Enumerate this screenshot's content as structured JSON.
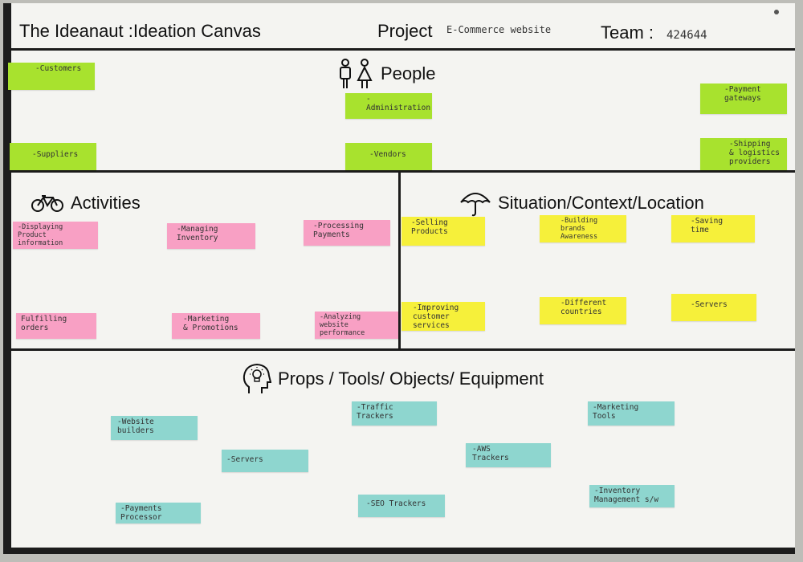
{
  "header": {
    "app_title": "The Ideanaut :Ideation Canvas",
    "project_label": "Project",
    "project_value": "E-Commerce website",
    "team_label": "Team :",
    "team_value": "424644"
  },
  "sections": {
    "people": {
      "title": "People",
      "icon": "people-icon",
      "notes": [
        "-Customers",
        "-Administration",
        "-Payment\ngateways",
        "-Suppliers",
        "-Vendors",
        "-Shipping\n& logistics\nproviders"
      ]
    },
    "activities": {
      "title": "Activities",
      "icon": "bicycle-icon",
      "notes": [
        "-Displaying\nProduct\ninformation",
        "-Managing\nInventory",
        "-Processing\nPayments",
        "Fulfilling\norders",
        "-Marketing\n& Promotions",
        "-Analyzing\nwebsite\nperformance"
      ]
    },
    "situation": {
      "title": "Situation/Context/Location",
      "icon": "umbrella-icon",
      "notes": [
        "-Selling\nProducts",
        "-Building\nbrands\nAwareness",
        "-Saving\ntime",
        "-Improving\ncustomer\nservices",
        "-Different\ncountries",
        "-Servers"
      ]
    },
    "props": {
      "title": "Props / Tools/ Objects/ Equipment",
      "icon": "lightbulb-head-icon",
      "notes": [
        "-Website\nbuilders",
        "-Traffic\nTrackers",
        "-Marketing\nTools",
        "-Servers",
        "-AWS\nTrackers",
        "-Payments\nProcessor",
        "-SEO Trackers",
        "-Inventory\nManagement s/w"
      ]
    }
  },
  "colors": {
    "people": "#a8e22e",
    "activities": "#f8a0c4",
    "situation": "#f6f03a",
    "props": "#8ed6cf",
    "lines": "#1c1c1c",
    "paper": "#f4f4f1"
  }
}
